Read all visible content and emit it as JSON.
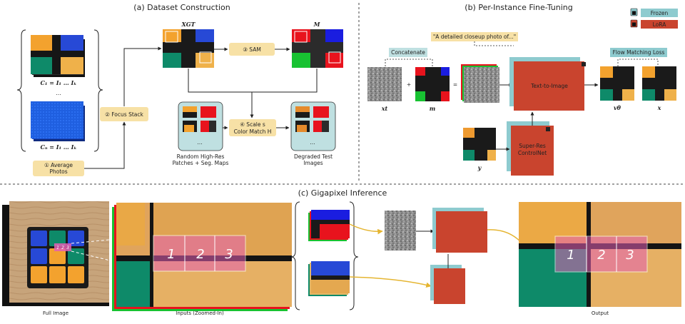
{
  "sections": {
    "dataset_construction": "(a) Dataset Construction",
    "per_instance_finetuning": "(b) Per-Instance Fine-Tuning",
    "gigapixel_inference": "(c) Gigapixel Inference"
  },
  "part_a": {
    "stack_top_label": "C₁ = I₁ … Iₖ",
    "stack_ellipsis": "…",
    "stack_bottom_label": "Cₙ = I₁ … Iₖ",
    "step1": "① Average",
    "step1_line2": "Photos",
    "step2": "② Focus Stack",
    "step3": "③ SAM",
    "step4": "④ Scale s",
    "step4_line2": "Color Match H",
    "xgt": "XGT",
    "mask": "M",
    "ellipsis_left": "…",
    "ellipsis_right": "…",
    "random_patches_line1": "Random High-Res",
    "random_patches_line2": "Patches + Seg. Maps",
    "degraded_line1": "Degraded Test",
    "degraded_line2": "Images"
  },
  "part_b": {
    "legend_frozen": "Frozen",
    "legend_lora": "LoRA",
    "prompt": "\"A detailed closeup photo of...\"",
    "concatenate": "Concatenate",
    "plus": "+",
    "equals": "=",
    "xt": "xt",
    "m": "m",
    "y": "y",
    "v_theta": "vθ",
    "x": "x",
    "text_to_image": "Text-to-Image",
    "superres_line1": "Super-Res",
    "superres_line2": "ControlNet",
    "flow_matching_loss": "Flow Matching Loss"
  },
  "part_c": {
    "full_image": "Full Image",
    "inputs_zoomed": "Inputs (Zoomed-In)",
    "output": "Output",
    "p1": "1",
    "p2": "2",
    "p3": "3"
  },
  "colors": {
    "frozen": "#8ecbcf",
    "lora": "#c9442e",
    "step": "#f7e1a6",
    "teal_box": "#bfe0e1",
    "mask_red": "#e8131d",
    "mask_green": "#18c232",
    "mask_blue": "#1a1de0",
    "arrow_gold": "#e5b531"
  }
}
